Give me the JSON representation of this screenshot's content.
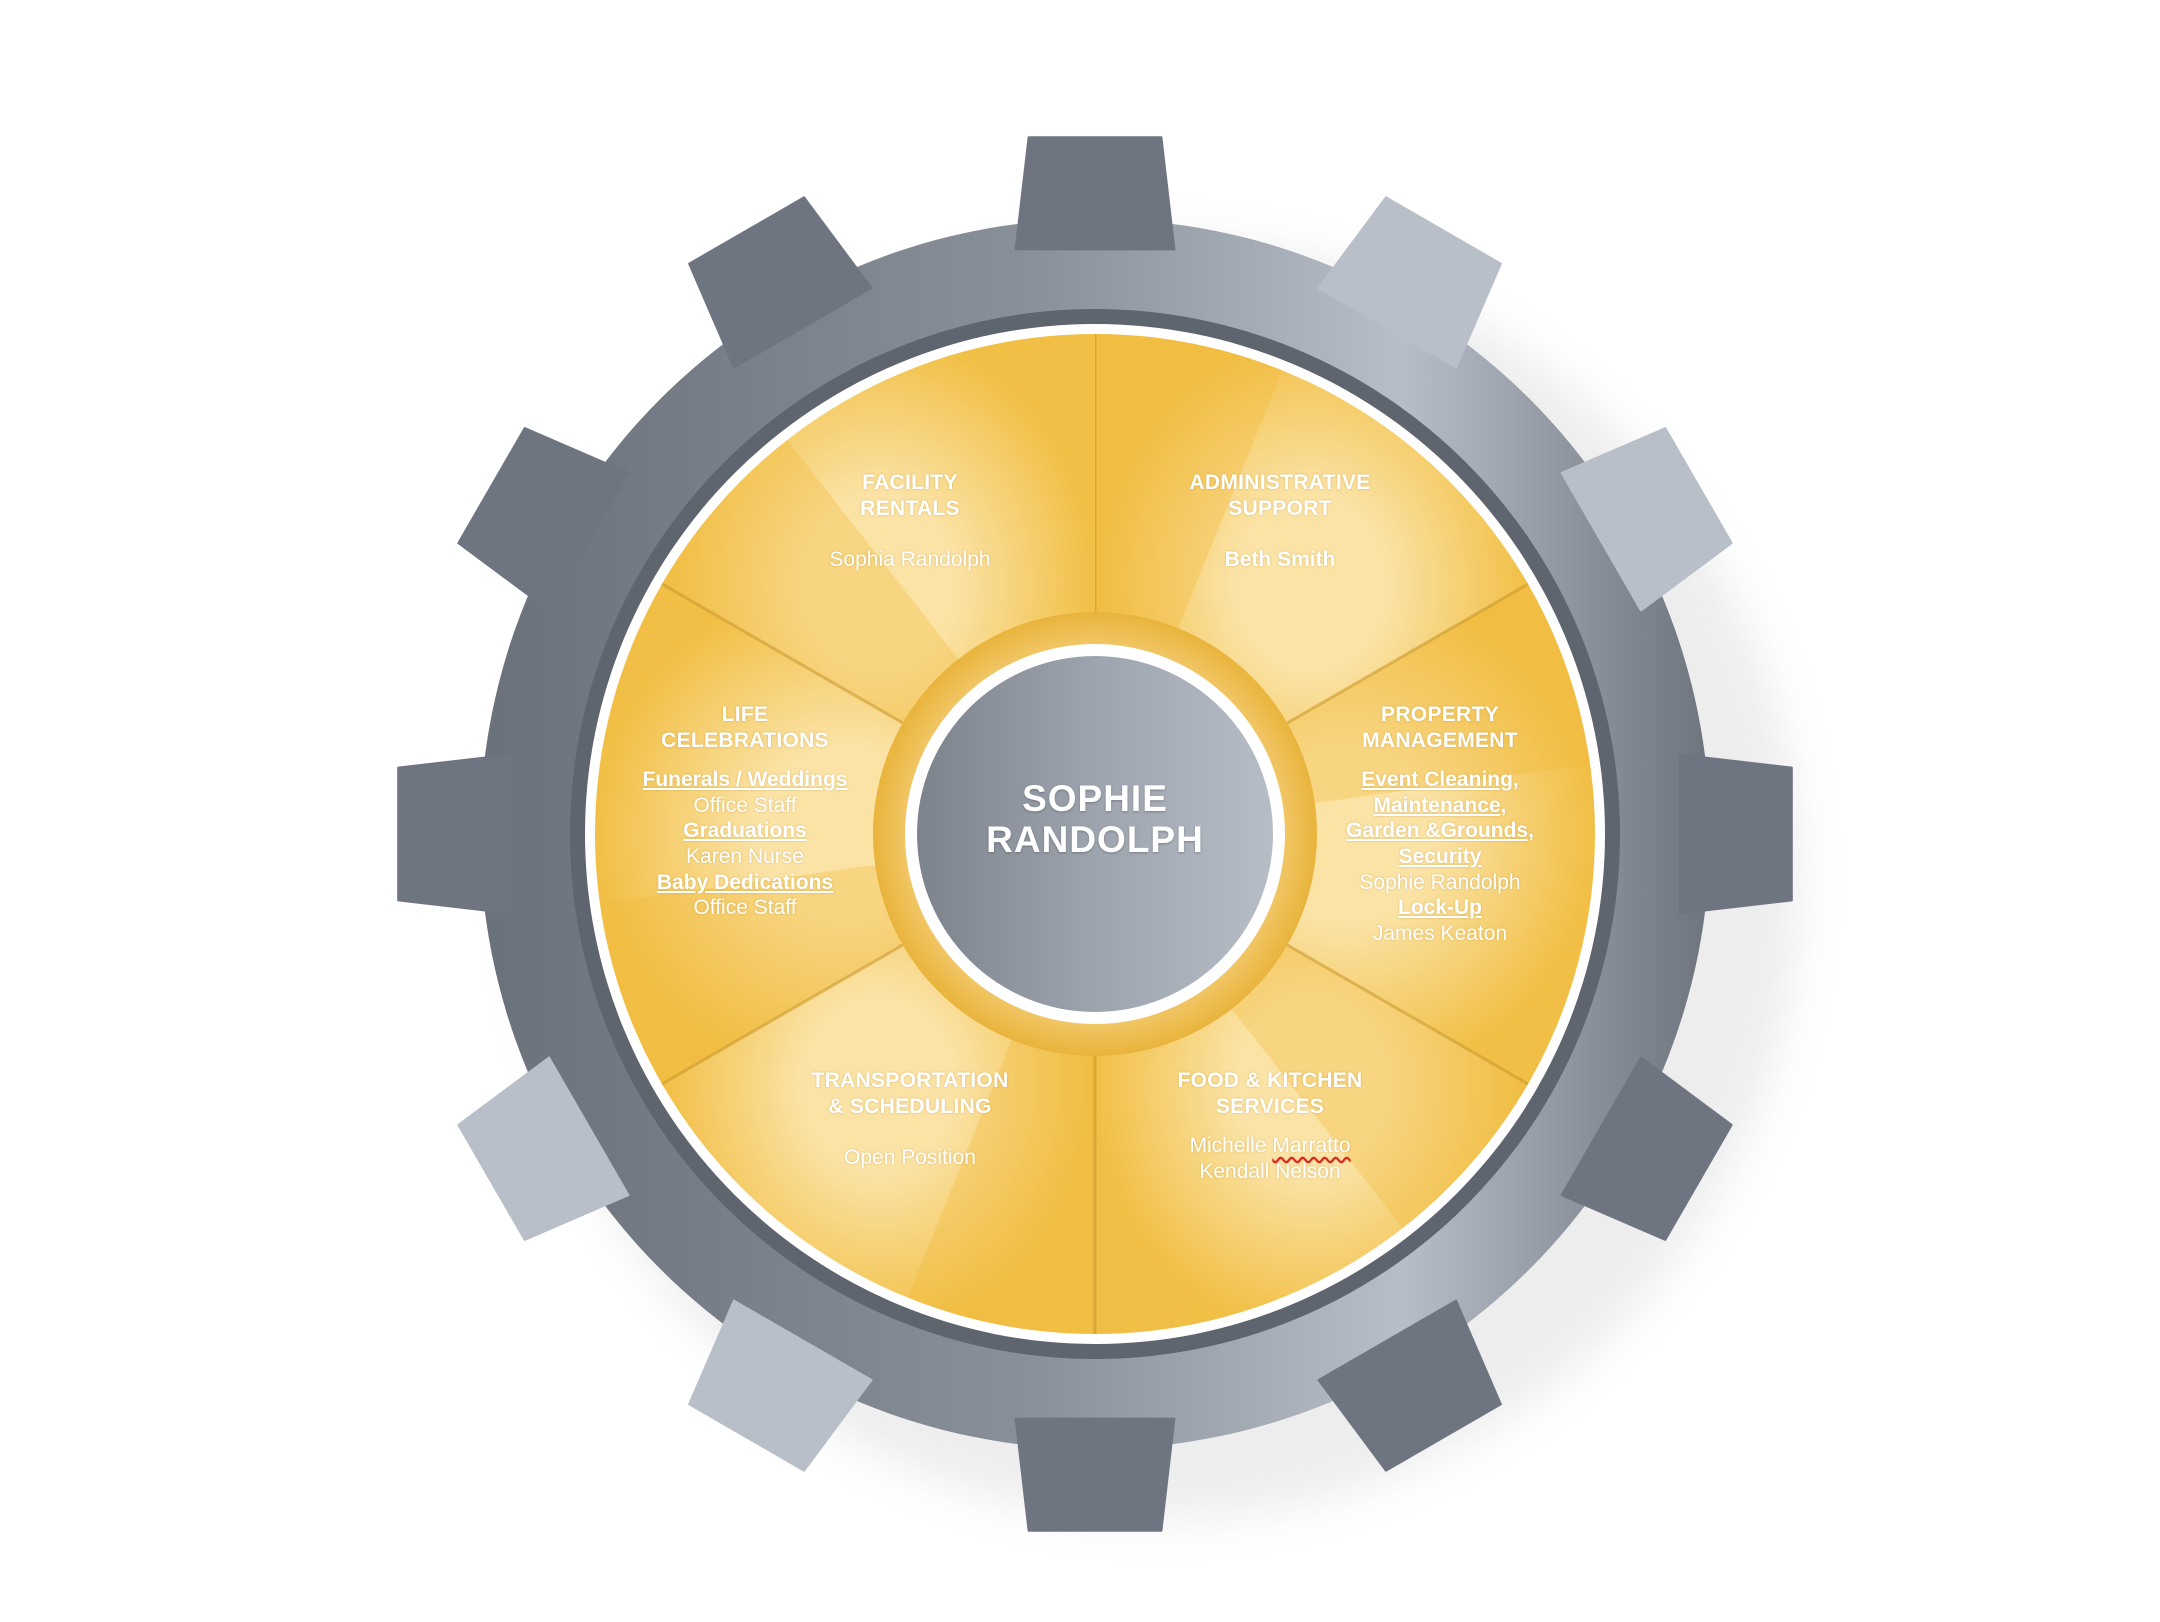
{
  "center": {
    "line1": "SOPHIE",
    "line2": "RANDOLPH"
  },
  "segments": {
    "facility": {
      "title1": "FACILITY",
      "title2": "RENTALS",
      "person": "Sophia Randolph"
    },
    "admin": {
      "title1": "ADMINISTRATIVE",
      "title2": "SUPPORT",
      "person": "Beth Smith"
    },
    "property": {
      "title1": "PROPERTY",
      "title2": "MANAGEMENT",
      "sub1a": "Event Cleaning,",
      "sub1b": "Maintenance,",
      "sub1c": "Garden &Grounds,",
      "sub1d": "Security",
      "person1": "Sophie Randolph",
      "sub2": "Lock-Up",
      "person2": "James Keaton"
    },
    "food": {
      "title1": "FOOD & KITCHEN",
      "title2": "SERVICES",
      "person1a": "Michelle ",
      "person1b": "Marratto",
      "person2": "Kendall Nelson"
    },
    "transport": {
      "title1": "TRANSPORTATION",
      "title2": "& SCHEDULING",
      "person": "Open Position"
    },
    "life": {
      "title1": "LIFE",
      "title2": "CELEBRATIONS",
      "sub1": "Funerals / Weddings",
      "person1": "Office Staff",
      "sub2": "Graduations",
      "person2": "Karen Nurse",
      "sub3": "Baby Dedications",
      "person3": "Office Staff"
    }
  },
  "colors": {
    "gear_dark": "#6f7580",
    "gear_light": "#b9bfc9",
    "segment_gold": "#f2c24d",
    "segment_light": "#f9dc95",
    "center_grey": "#8c929c"
  }
}
